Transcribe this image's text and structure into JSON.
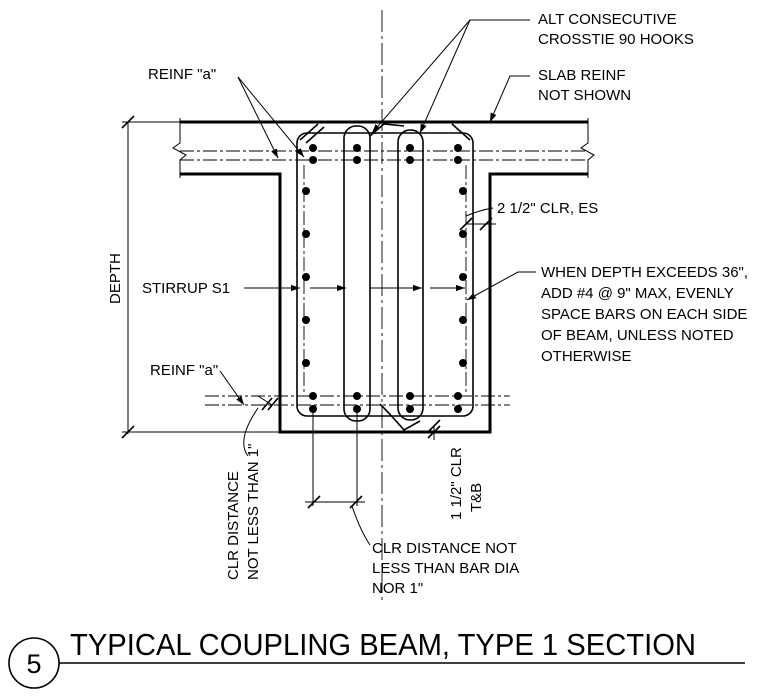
{
  "title": {
    "number": "5",
    "text": "TYPICAL COUPLING BEAM, TYPE 1 SECTION"
  },
  "labels": {
    "alt_crosstie_1": "ALT CONSECUTIVE",
    "alt_crosstie_2": "CROSSTIE 90 HOOKS",
    "slab_reinf_1": "SLAB REINF",
    "slab_reinf_2": "NOT SHOWN",
    "reinf_a_top": "REINF \"a\"",
    "reinf_a_bottom": "REINF \"a\"",
    "clr_es": "2 1/2\" CLR, ES",
    "stirrup": "STIRRUP S1",
    "depth": "DEPTH",
    "depth_note_1": "WHEN DEPTH EXCEEDS 36\",",
    "depth_note_2": "ADD #4 @ 9\" MAX, EVENLY",
    "depth_note_3": "SPACE BARS ON EACH SIDE",
    "depth_note_4": "OF BEAM, UNLESS NOTED",
    "depth_note_5": "OTHERWISE",
    "clr_dist_1": "CLR DISTANCE",
    "clr_dist_2": "NOT LESS THAN 1\"",
    "clr_tb_1": "1 1/2\" CLR",
    "clr_tb_2": "T&B",
    "clr_bar_1": "CLR DISTANCE NOT",
    "clr_bar_2": "LESS THAN BAR DIA",
    "clr_bar_3": "NOR 1\""
  }
}
